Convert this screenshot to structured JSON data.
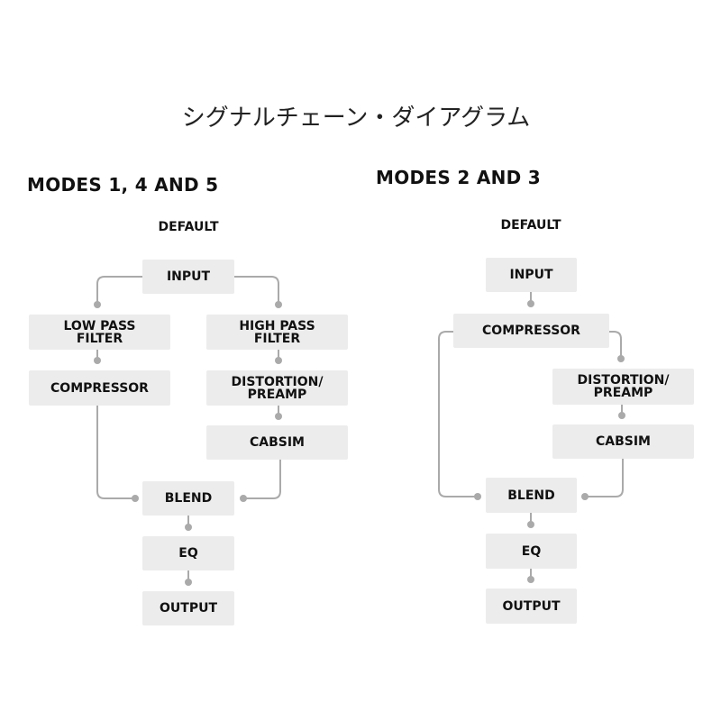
{
  "title": "シグナルチェーン・ダイアグラム",
  "left": {
    "heading": "MODES 1, 4 AND 5",
    "subheading": "DEFAULT",
    "blocks": {
      "input": "INPUT",
      "low_pass": "LOW PASS\nFILTER",
      "high_pass": "HIGH PASS\nFILTER",
      "compressor": "COMPRESSOR",
      "distortion": "DISTORTION/\nPREAMP",
      "cabsim": "CABSIM",
      "blend": "BLEND",
      "eq": "EQ",
      "output": "OUTPUT"
    }
  },
  "right": {
    "heading": "MODES 2 AND 3",
    "subheading": "DEFAULT",
    "blocks": {
      "input": "INPUT",
      "compressor": "COMPRESSOR",
      "distortion": "DISTORTION/\nPREAMP",
      "cabsim": "CABSIM",
      "blend": "BLEND",
      "eq": "EQ",
      "output": "OUTPUT"
    }
  },
  "colors": {
    "block": "#ececec",
    "connector": "#aaaaaa",
    "text": "#111111"
  }
}
